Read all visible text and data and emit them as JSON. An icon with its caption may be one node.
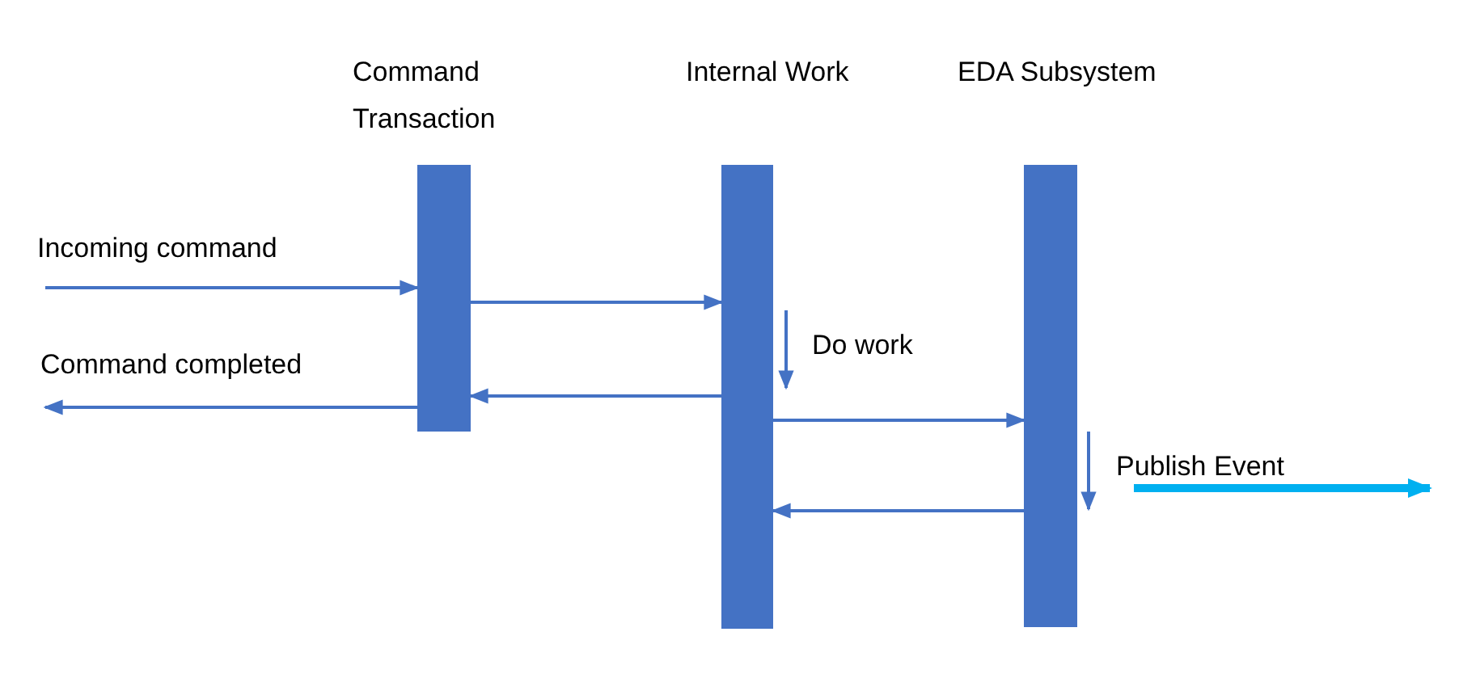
{
  "diagram": {
    "nodes": [
      {
        "text": [
          "Command Transaction"
        ]
      },
      {
        "text": [
          "Internal Work"
        ]
      },
      {
        "text": [
          "EDA Subsystem"
        ]
      }
    ],
    "edges": [
      {
        "from": null,
        "to": 0,
        "arrow": "to",
        "label": "Incoming command"
      },
      {
        "from": 0,
        "to": 1,
        "arrow": "to"
      },
      {
        "from": 1,
        "to": 0,
        "arrow": "to"
      },
      {
        "from": 0,
        "to": null,
        "arrow": "to",
        "label": "Command completed"
      },
      {
        "from": 1,
        "to": 2,
        "arrow": "to"
      },
      {
        "from": 2,
        "to": 1,
        "arrow": "to"
      }
    ],
    "labels": [
      "Do work",
      "Publish Event"
    ]
  }
}
